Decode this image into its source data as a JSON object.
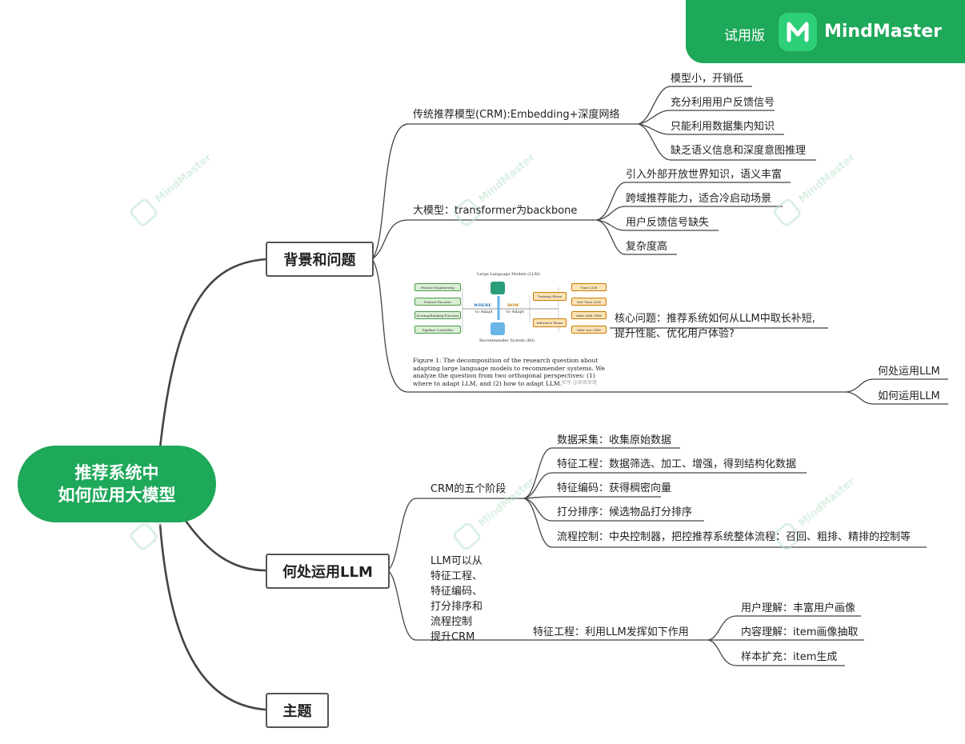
{
  "header": {
    "trial_label": "试用版",
    "brand_name": "MindMaster",
    "logo_icon": "mindmaster-logo-icon",
    "brand_color": "#1ea85a"
  },
  "watermark": {
    "text": "MindMaster"
  },
  "root": {
    "line1": "推荐系统中",
    "line2": "如何应用大模型",
    "color": "#1ea85a"
  },
  "branches": {
    "background": {
      "label": "背景和问题",
      "crm": {
        "label": "传统推荐模型(CRM):Embedding+深度网络",
        "items": [
          "模型小，开销低",
          "充分利用用户反馈信号",
          "只能利用数据集内知识",
          "缺乏语义信息和深度意图推理"
        ]
      },
      "llm": {
        "label": "大模型：transformer为backbone",
        "items": [
          "引入外部开放世界知识，语义丰富",
          "跨域推荐能力，适合冷启动场景",
          "用户反馈信号缺失",
          "复杂度高"
        ]
      },
      "core_question": {
        "line1": "核心问题：推荐系统如何从LLM中取长补短,",
        "line2": "提升性能、优化用户体验?"
      },
      "figure": {
        "top_label": "Large Language Models (LLM)",
        "bottom_label": "Recommender System (RS)",
        "where_label": "WHERE",
        "where_sub": "to Adapt",
        "how_label": "HOW",
        "how_sub": "to Adapt",
        "left_boxes": [
          "Feature Engineering",
          "Feature Encoder",
          "Scoring/Ranking Function",
          "Pipeline Controller"
        ],
        "phases": [
          "Training Phase",
          "Inference Phase"
        ],
        "right_boxes": [
          "Tune LLM",
          "Not Tune LLM",
          "Infer with CRM",
          "Infer w/o CRM"
        ],
        "caption": "Figure 1: The decomposition of the research question about adapting large language models to recommender systems. We analyze the question from two orthogonal perspectives: (1) where to adapt LLM, and (2) how to adapt LLM.",
        "source_mark": "知乎 @周周周瑾"
      },
      "subs": [
        "何处运用LLM",
        "如何运用LLM"
      ]
    },
    "where": {
      "label": "何处运用LLM",
      "stages": {
        "label": "CRM的五个阶段",
        "items": [
          "数据采集：收集原始数据",
          "特征工程：数据筛选、加工、增强，得到结构化数据",
          "特征编码：获得稠密向量",
          "打分排序：候选物品打分排序",
          "流程控制：中央控制器，把控推荐系统整体流程：召回、粗排、精排的控制等"
        ]
      },
      "usage": {
        "lines": [
          "LLM可以从",
          "特征工程、",
          "特征编码、",
          "打分排序和",
          "流程控制",
          "提升CRM"
        ],
        "feature": {
          "label": "特征工程：利用LLM发挥如下作用",
          "items": [
            "用户理解：丰富用户画像",
            "内容理解：item画像抽取",
            "样本扩充：item生成"
          ]
        }
      }
    },
    "topic": {
      "label": "主题"
    }
  }
}
